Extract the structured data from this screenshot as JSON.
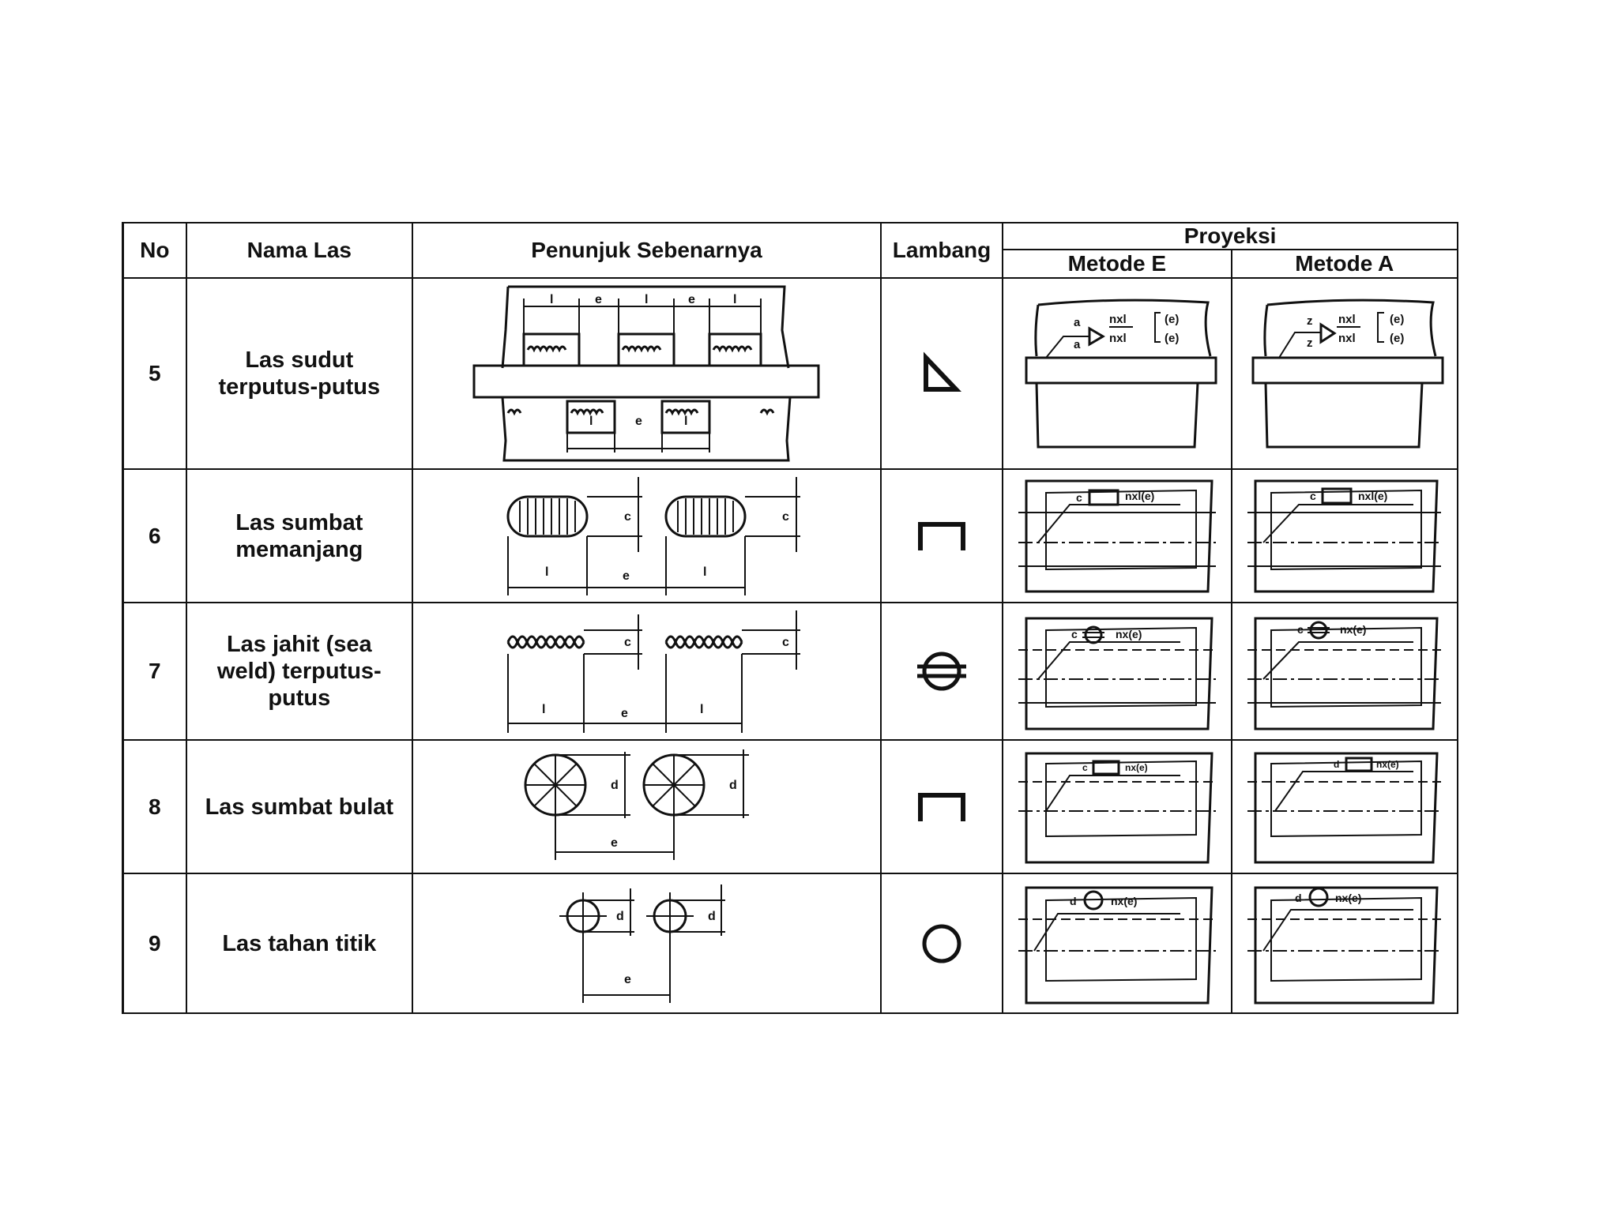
{
  "table": {
    "headers": {
      "no": "No",
      "name": "Nama Las",
      "actual": "Penunjuk Sebenarnya",
      "symbol": "Lambang",
      "projection": "Proyeksi",
      "method_e": "Metode E",
      "method_a": "Metode A"
    },
    "rows": [
      {
        "no": "5",
        "name": "Las sudut terputus-putus",
        "symbol_icon": "fillet-weld-triangle-icon"
      },
      {
        "no": "6",
        "name": "Las sumbat memanjang",
        "symbol_icon": "plug-weld-bracket-icon"
      },
      {
        "no": "7",
        "name": "Las jahit (sea weld) terputus-putus",
        "symbol_icon": "seam-weld-circle-icon"
      },
      {
        "no": "8",
        "name": "Las sumbat bulat",
        "symbol_icon": "plug-weld-bracket-icon"
      },
      {
        "no": "9",
        "name": "Las tahan titik",
        "symbol_icon": "spot-weld-circle-icon"
      }
    ]
  },
  "drawing_labels": {
    "l": "l",
    "e": "e",
    "c": "c",
    "d": "d",
    "z": "z",
    "a": "a",
    "nxl": "nxl",
    "e_paren": "(e)",
    "nxl_e": "nxl(e)",
    "nx_e": "nx(e)"
  }
}
